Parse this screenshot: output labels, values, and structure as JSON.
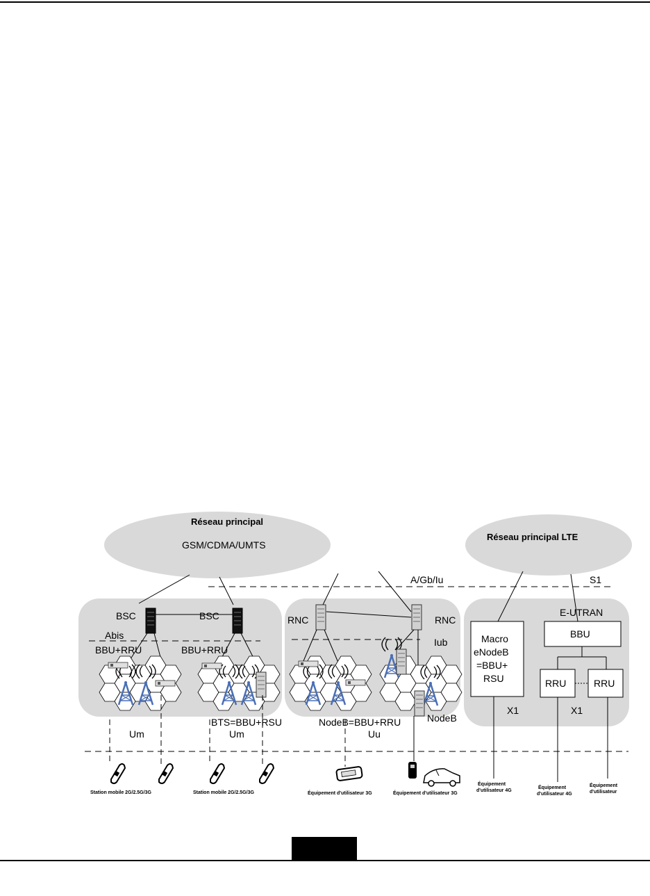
{
  "core": {
    "title": "Réseau principal",
    "subtitle": "GSM/CDMA/UMTS",
    "lte_title": "Réseau principal LTE"
  },
  "interfaces": {
    "a_gb_iu": "A/Gb/Iu",
    "s1": "S1",
    "abis": "Abis",
    "iub": "Iub",
    "um_1": "Um",
    "um_2": "Um",
    "uu": "Uu",
    "x1_1": "X1",
    "x1_2": "X1"
  },
  "nodes": {
    "bsc_1": "BSC",
    "bsc_2": "BSC",
    "rnc_1": "RNC",
    "rnc_2": "RNC",
    "bbu_rru_1": "BBU+RRU",
    "bbu_rru_2": "BBU+RRU",
    "bts": "BTS=BBU+RSU",
    "nodeb_eq": "NodeB=BBU+RRU",
    "nodeb": "NodeB",
    "eutran": "E-UTRAN",
    "macro_l1": "Macro",
    "macro_l2": "eNodeB",
    "macro_l3": "=BBU+",
    "macro_l4": "RSU",
    "bbu": "BBU",
    "rru_1": "RRU",
    "rru_2": "RRU"
  },
  "devices": {
    "ms_1": "Station mobile 2G/2.5G/3G",
    "ms_2": "Station mobile 2G/2.5G/3G",
    "ue3g_1": "Équipement d'utilisateur 3G",
    "ue3g_2": "Équipement d'utilisateur 3G",
    "ue4g_1a": "Équipement",
    "ue4g_1b": "d'utilisateur 4G",
    "ue4g_2a": "Équipement",
    "ue4g_2b": "d'utilisateur 4G",
    "ue_a": "Équipement",
    "ue_b": "d'utilisateur"
  },
  "colors": {
    "cloud": "#d9d9d9",
    "zone": "#d9d9d9",
    "tower": "#4a6fb5"
  }
}
